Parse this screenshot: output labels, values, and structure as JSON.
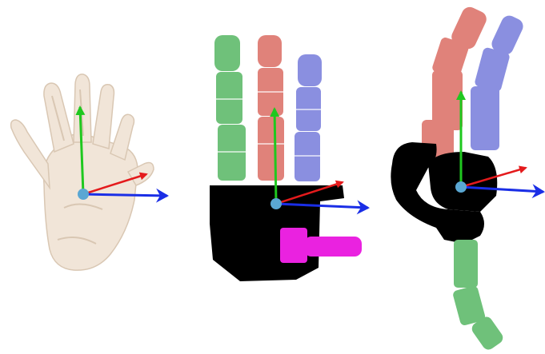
{
  "panels": [
    {
      "name": "human-hand",
      "kind": "human",
      "palm_color": "#f1e5d8",
      "shade_color": "#d9c7b3"
    },
    {
      "name": "robot-hand-front",
      "kind": "robot",
      "finger_colors": [
        "#6fc17a",
        "#e0827a",
        "#8a8fe0"
      ],
      "thumb_color": "#ea22e0",
      "base_color": "#000000"
    },
    {
      "name": "robot-hand-side",
      "kind": "robot",
      "finger_colors": [
        "#e0827a",
        "#8a8fe0"
      ],
      "thumb_color": "#6fc17a",
      "base_color": "#000000"
    }
  ],
  "axes": {
    "origin_color": "#5aa7d3",
    "x_color": "#e41a1c",
    "y_color": "#1fc81f",
    "z_color": "#1a2ee6"
  }
}
